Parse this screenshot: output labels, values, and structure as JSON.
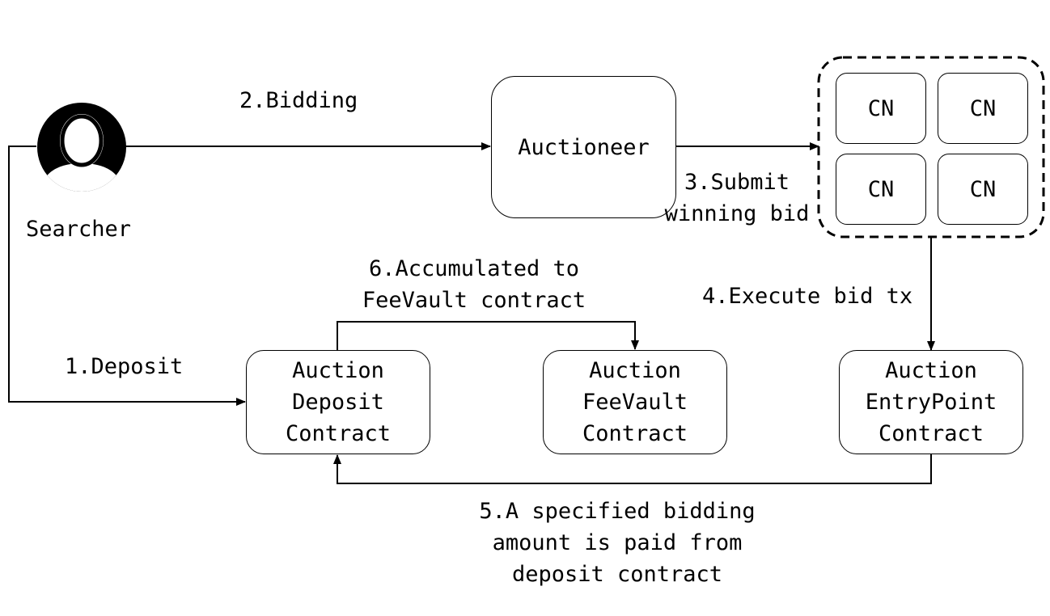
{
  "searcher": {
    "label": "Searcher"
  },
  "auctioneer": {
    "label": "Auctioneer"
  },
  "cn_nodes": [
    "CN",
    "CN",
    "CN",
    "CN"
  ],
  "contracts": {
    "deposit": [
      "Auction",
      "Deposit",
      "Contract"
    ],
    "feevault": [
      "Auction",
      "FeeVault",
      "Contract"
    ],
    "entrypoint": [
      "Auction",
      "EntryPoint",
      "Contract"
    ]
  },
  "steps": {
    "deposit": "1.Deposit",
    "bidding": "2.Bidding",
    "submit": [
      "3.Submit",
      "winning bid"
    ],
    "execute": "4.Execute bid tx",
    "paid": [
      "5.A specified bidding",
      "amount is paid from",
      "deposit contract"
    ],
    "accumulated": [
      "6.Accumulated to",
      "FeeVault contract"
    ]
  }
}
